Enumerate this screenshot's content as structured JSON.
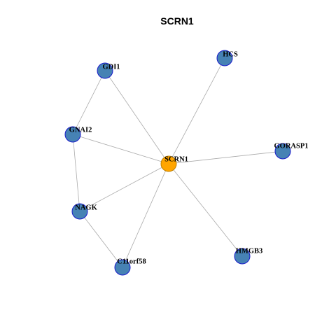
{
  "title": "SCRN1",
  "colors": {
    "center_node_fill": "#FFA500",
    "center_node_stroke": "#C08000",
    "neighbor_node_fill": "#4682B4",
    "neighbor_node_stroke": "#1a1acc",
    "edge": "#aaaaaa"
  },
  "nodes": [
    {
      "id": "SCRN1",
      "label": "SCRN1",
      "role": "center"
    },
    {
      "id": "GDI1",
      "label": "GDI1",
      "role": "neighbor"
    },
    {
      "id": "HCS",
      "label": "HCS",
      "role": "neighbor"
    },
    {
      "id": "GNAI2",
      "label": "GNAI2",
      "role": "neighbor"
    },
    {
      "id": "GORASP1",
      "label": "GORASP1",
      "role": "neighbor"
    },
    {
      "id": "NAGK",
      "label": "NAGK",
      "role": "neighbor"
    },
    {
      "id": "HMGB3",
      "label": "HMGB3",
      "role": "neighbor"
    },
    {
      "id": "C11orf58",
      "label": "C11orf58",
      "role": "neighbor"
    }
  ],
  "edges": [
    {
      "source": "SCRN1",
      "target": "GDI1"
    },
    {
      "source": "SCRN1",
      "target": "HCS"
    },
    {
      "source": "SCRN1",
      "target": "GNAI2"
    },
    {
      "source": "SCRN1",
      "target": "GORASP1"
    },
    {
      "source": "SCRN1",
      "target": "NAGK"
    },
    {
      "source": "SCRN1",
      "target": "HMGB3"
    },
    {
      "source": "SCRN1",
      "target": "C11orf58"
    },
    {
      "source": "GDI1",
      "target": "GNAI2"
    },
    {
      "source": "GNAI2",
      "target": "NAGK"
    },
    {
      "source": "NAGK",
      "target": "C11orf58"
    }
  ]
}
